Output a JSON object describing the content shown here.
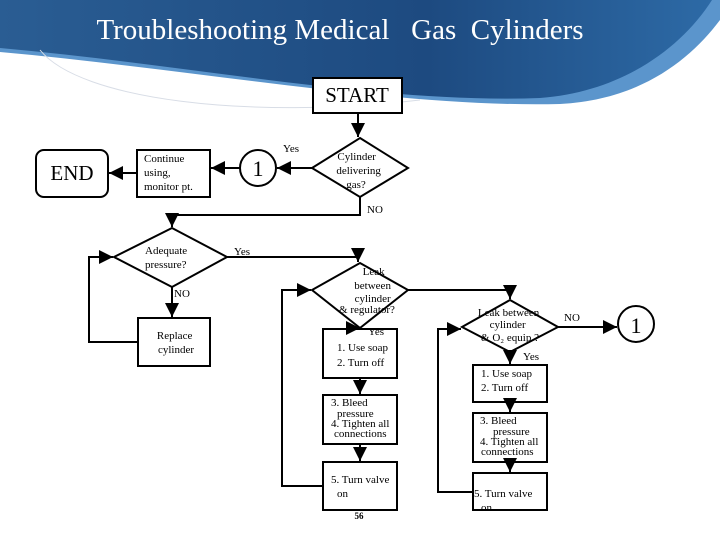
{
  "title": "Troubleshooting Medical   Gas  Cylinders",
  "colors": {
    "banner": "#1f4f86",
    "banner_light": "#4b86c0",
    "line": "#000000"
  },
  "flowchart": {
    "start": "START",
    "end": "END",
    "q_delivering": [
      "Cylinder",
      "delivering",
      "gas?"
    ],
    "yes_label": "Yes",
    "no_label": "NO",
    "connector": "1",
    "continue": [
      "Continue",
      "using,",
      "monitor pt."
    ],
    "q_pressure": [
      "Adequate",
      "pressure?"
    ],
    "replace": [
      "Replace",
      "cylinder"
    ],
    "q_leak_regulator": [
      "Leak",
      "between",
      "cylinder",
      "& regulator?"
    ],
    "q_leak_equip": [
      "Leak between",
      "cylinder",
      "& O₂ equip.?"
    ],
    "step_soap": [
      "1. Use soap",
      "2. Turn off"
    ],
    "step_bleed": [
      "3. Bleed",
      "pressure",
      "4. Tighten all",
      "connections"
    ],
    "step_valve": [
      "5. Turn valve",
      "on"
    ]
  },
  "page_number": "56"
}
